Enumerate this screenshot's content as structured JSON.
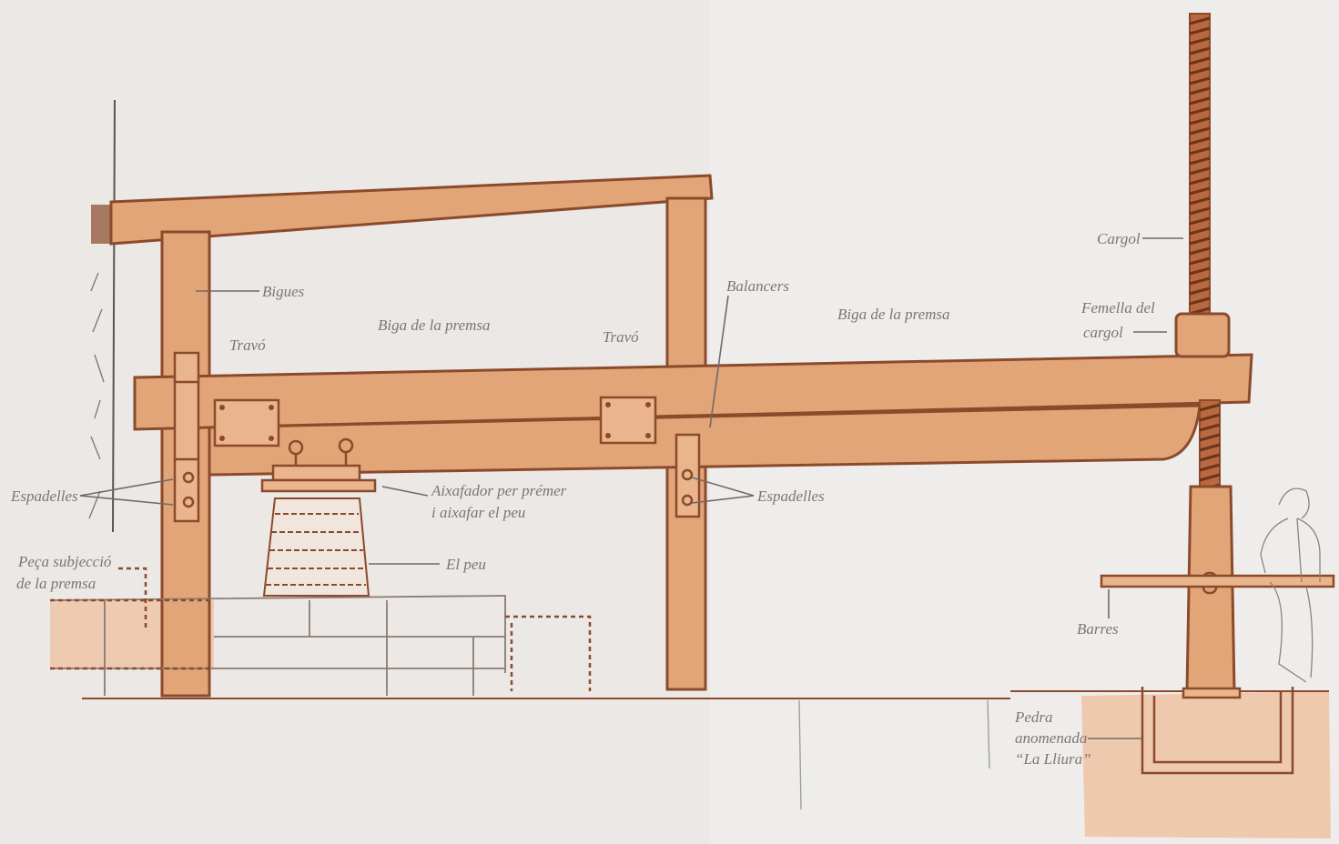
{
  "labels": {
    "bigues": "Bigues",
    "travo_left": "Travó",
    "biga_left": "Biga de la premsa",
    "travo_right": "Travó",
    "balancers": "Balancers",
    "biga_right": "Biga de la premsa",
    "cargol": "Cargol",
    "femella_line1": "Femella del",
    "femella_line2": "cargol",
    "espadelles_left": "Espadelles",
    "aixafador_line1": "Aixafador per prémer",
    "aixafador_line2": "i aixafar el peu",
    "espadelles_right": "Espadelles",
    "peca_line1": "Peça subjecció",
    "peca_line2": "de la premsa",
    "el_peu": "El peu",
    "barres": "Barres",
    "pedra_line1": "Pedra",
    "pedra_line2": "anomenada",
    "pedra_line3": "“La Lliura”"
  },
  "colors": {
    "wood": "#e2a577",
    "ink": "#8b4a2b",
    "paper": "#ebe8e5",
    "label": "#7a7676"
  }
}
